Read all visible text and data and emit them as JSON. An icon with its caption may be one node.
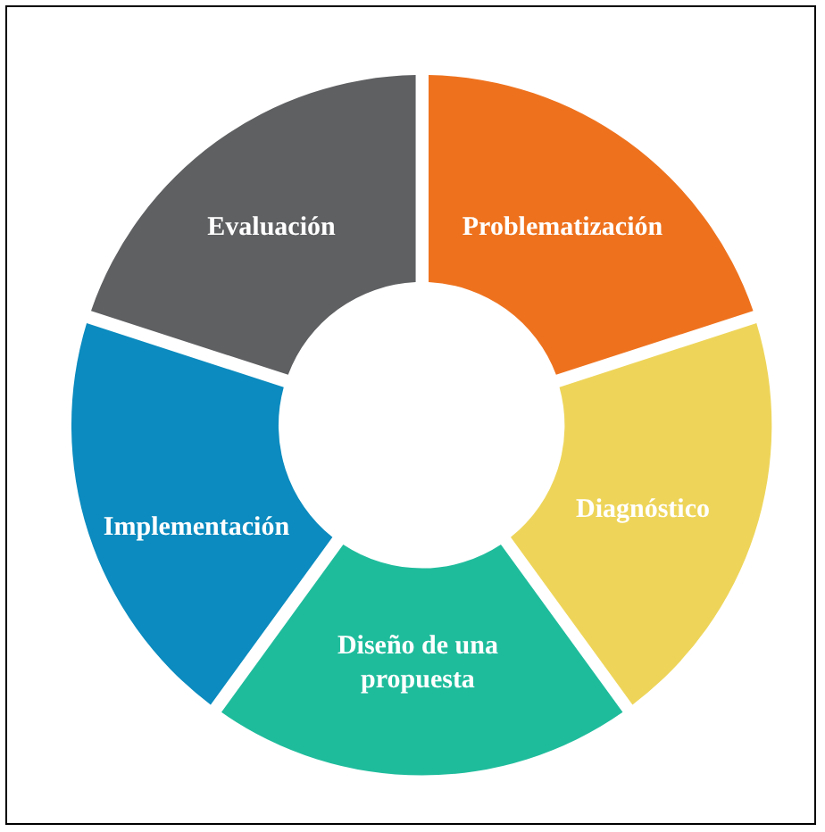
{
  "diagram": {
    "nodes": [
      {
        "text": [
          "Problematización"
        ]
      },
      {
        "text": [
          "Diagnóstico"
        ]
      },
      {
        "text": [
          "Diseño de una propuesta"
        ]
      },
      {
        "text": [
          "Implementación"
        ]
      },
      {
        "text": [
          "Evaluación"
        ]
      }
    ]
  }
}
